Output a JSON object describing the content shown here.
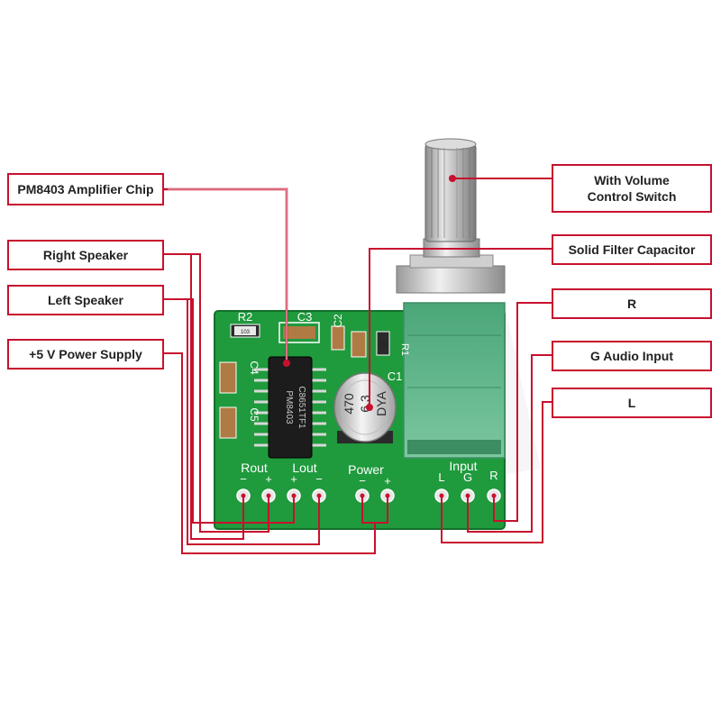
{
  "labels": {
    "amp_chip": "PM8403 Amplifier Chip",
    "right_speaker": "Right Speaker",
    "left_speaker": "Left Speaker",
    "power_supply": "+5 V Power Supply",
    "volume_line1": "With Volume",
    "volume_line2": "Control Switch",
    "filter_capacitor": "Solid Filter Capacitor",
    "r": "R",
    "g_audio_input": "G Audio Input",
    "l": "L"
  },
  "board": {
    "rout": "Rout",
    "lout": "Lout",
    "power": "Power",
    "input": "Input",
    "minus": "−",
    "plus": "+",
    "input_l": "L",
    "input_g": "G",
    "input_r": "R",
    "r2": "R2",
    "c3": "C3",
    "c2": "C2",
    "c1": "C1",
    "c4": "C4",
    "c5": "C5",
    "r1": "R1",
    "smd_code": "103",
    "chip_line1": "PM8403",
    "chip_line2": "C8651TF1",
    "cap_470": "470",
    "cap_63": "6.3",
    "cap_dya": "DYA"
  },
  "colors": {
    "callout": "#c8102e",
    "pcb": "#1f9a3d",
    "pot_body": "#5fb58a"
  }
}
